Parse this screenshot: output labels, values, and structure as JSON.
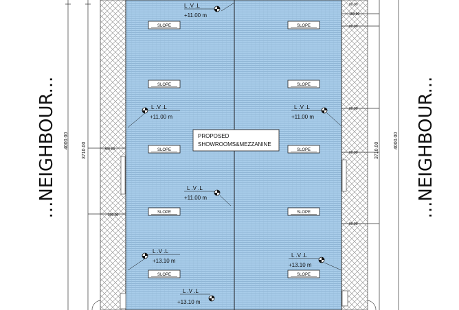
{
  "neighbour": {
    "left": "...NEIGHBOUR...",
    "right": "...NEIGHBOUR..."
  },
  "dimensions": {
    "outer_left": "4000.00",
    "inner_left": "3710.00",
    "outer_right": "4000.00",
    "inner_right": "3710.00",
    "small": [
      "300.00",
      "300.00",
      "150.00",
      "00.00",
      "00.00",
      "00.00",
      "00.00",
      "00.00"
    ]
  },
  "building": {
    "label_line1": "PROPOSED",
    "label_line2": "SHOWROOMS&MEZZANINE"
  },
  "slope_label": "SLOPE",
  "level_label": "L .V .L",
  "levels": [
    {
      "value": "+11.00 m"
    },
    {
      "value": "+11.00 m"
    },
    {
      "value": "+11.00 m"
    },
    {
      "value": "+11.00 m"
    },
    {
      "value": "+13.10 m"
    },
    {
      "value": "+13.10 m"
    },
    {
      "value": "+13.10 m"
    }
  ],
  "colors": {
    "roof_fill": "#a9cdea",
    "roof_lines": "#7fa6c9",
    "hatch": "#9a9a9a",
    "ink": "#111111"
  }
}
